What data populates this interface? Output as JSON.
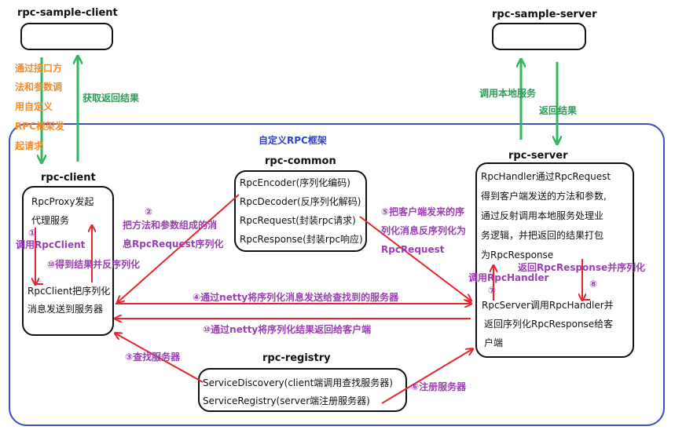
{
  "colors": {
    "frame": "#3f51c4",
    "red": "#e3262f",
    "green": "#35b560",
    "orange": "#f28c28",
    "purple": "#9b3fb5",
    "text": "#111111"
  },
  "labels": {
    "client_app": "rpc-sample-client",
    "server_app": "rpc-sample-server",
    "framework": "自定义RPC框架",
    "client": "rpc-client",
    "common": "rpc-common",
    "server": "rpc-server",
    "registry": "rpc-registry"
  },
  "client_box": {
    "proxy_line1": "RpcProxy发起",
    "proxy_line2": "代理服务",
    "send_line1": "RpcClient把序列化",
    "send_line2": "消息发送到服务器"
  },
  "common_box": {
    "items": [
      "RpcEncoder(序列化编码)",
      "RpcDecoder(反序列化解码)",
      "RpcRequest(封装rpc请求)",
      "RpcResponse(封装rpc响应)"
    ]
  },
  "server_box": {
    "handler_lines": [
      "RpcHandler通过RpcRequest",
      "得到客户端发送的方法和参数,",
      "通过反射调用本地服务处理业",
      "务逻辑，并把返回的结果打包",
      "为RpcResponse"
    ],
    "server_lines": [
      "RpcServer调用RpcHandler并",
      "返回序列化RpcResponse给客",
      "户端"
    ]
  },
  "registry_box": {
    "items": [
      "ServiceDiscovery(client端调用查找服务器)",
      "ServiceRegistry(server端注册服务器)"
    ]
  },
  "annotations": {
    "client_call": [
      "通过接口方",
      "法和参数调",
      "用自定义",
      "RPC框架发",
      "起请求"
    ],
    "get_result": "获取返回结果",
    "call_local": "调用本地服务",
    "return_result": "返回结果",
    "step1_num": "①",
    "step1_text": "调用RpcClient",
    "step10a": "⑩得到结果并反序列化",
    "step2_num": "②",
    "step2_line1": "把方法和参数组成的消",
    "step2_line2": "息RpcRequest序列化",
    "step3": "③查找服务器",
    "step4": "④通过netty将序列化消息发送给查找到的服务器",
    "step5_line1": "⑤把客户端发来的序",
    "step5_line2": "列化消息反序列化为",
    "step5_line3": "RpcRequest",
    "step6": "⑥注册服务器",
    "step7_text": "调用RpcHandler",
    "step7_num": "⑦",
    "step8_text": "返回RpcResponse并序列化",
    "step8_num": "⑧",
    "step10b": "⑩通过netty将序列化结果返回给客户端"
  }
}
